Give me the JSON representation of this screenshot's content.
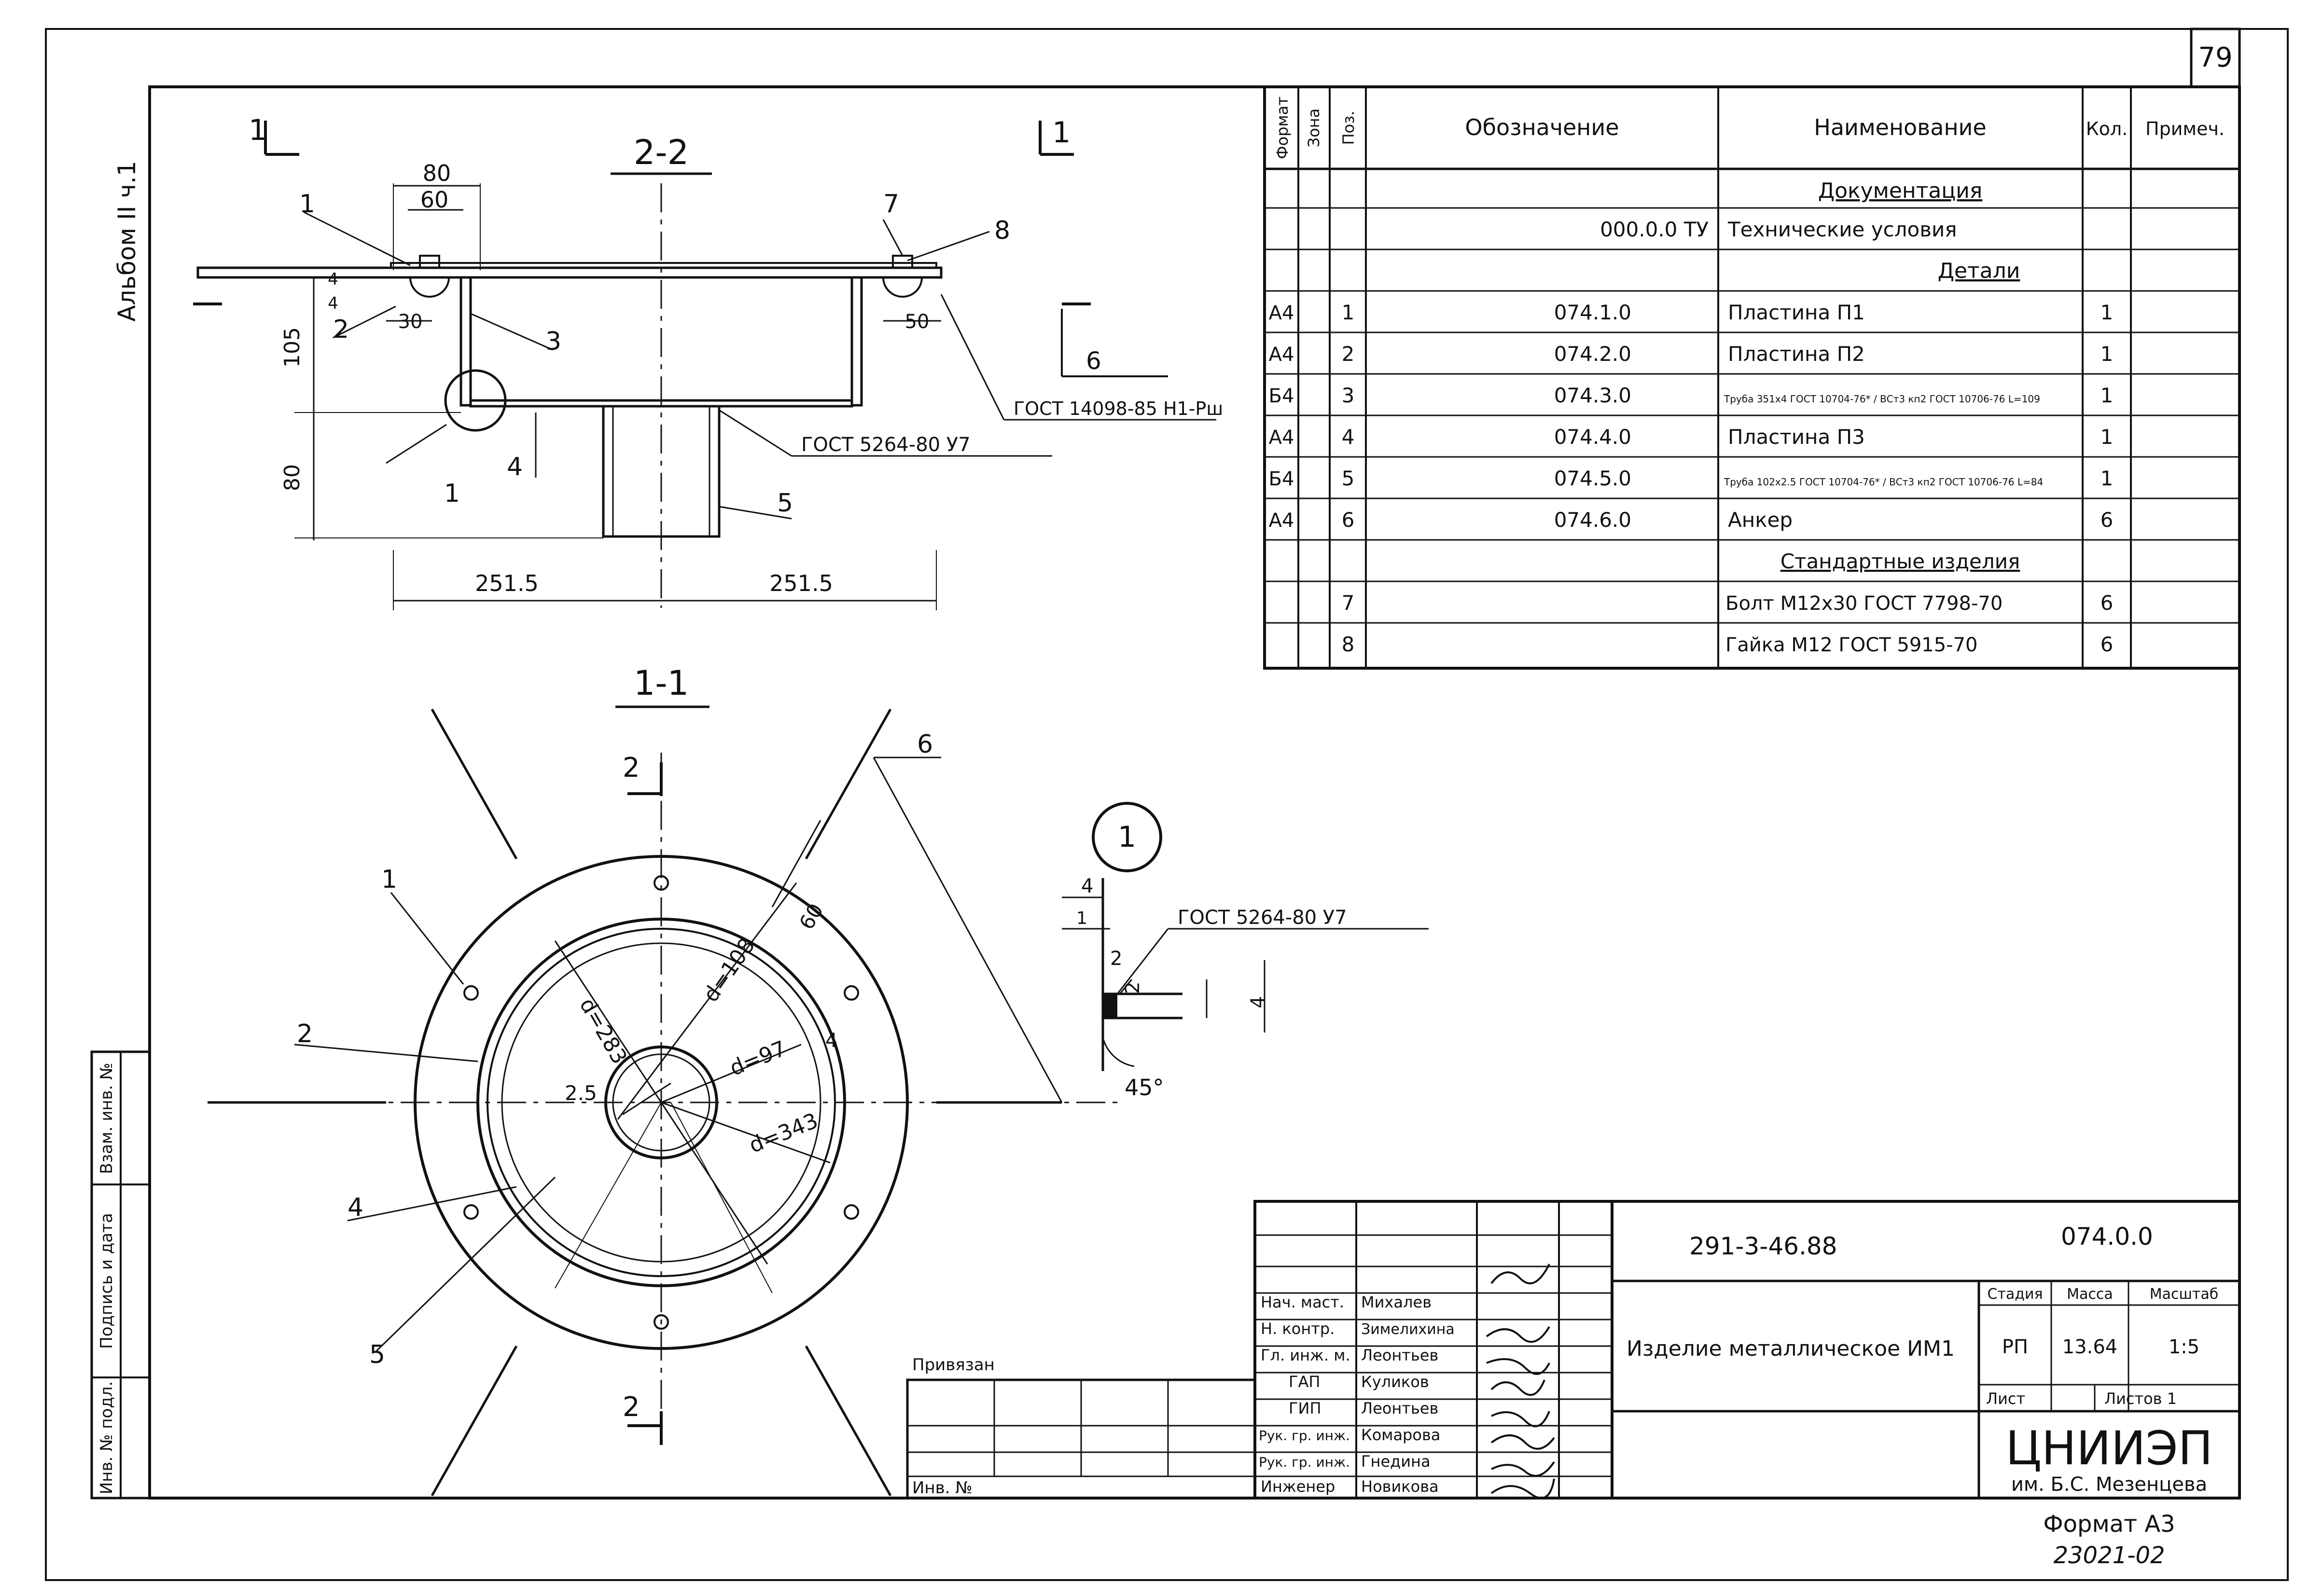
{
  "sheet": {
    "sheet_number": "79",
    "album_label": "Альбом II ч.1",
    "format_label": "Формат А3",
    "archive_number": "23021-02"
  },
  "left_strip": [
    "Инв. № подл.",
    "Подпись и дата",
    "Взам. инв. №"
  ],
  "views": {
    "section_2_2": "2-2",
    "section_1_1": "1-1",
    "cut_1": "1",
    "cut_2": "2",
    "detail_1": "1"
  },
  "dimensions": {
    "d80": "80",
    "d60": "60",
    "d30": "30",
    "d50": "50",
    "d4a": "4",
    "d4b": "4",
    "d105": "105",
    "d80v": "80",
    "d251a": "251.5",
    "d251b": "251.5",
    "dia283": "d=283",
    "dia108": "d=108",
    "dia97": "d=97",
    "dia343": "d=343",
    "r25": "2.5",
    "r4": "4",
    "r60": "60",
    "det4": "4",
    "det1": "1",
    "det2": "2",
    "det45": "45°"
  },
  "callouts": {
    "n1": "1",
    "n2": "2",
    "n3": "3",
    "n4": "4",
    "n5": "5",
    "n6": "6",
    "n7": "7",
    "n8": "8",
    "c1": "1",
    "c2": "2",
    "c4": "4",
    "c5": "5",
    "c6": "6",
    "gost_14098": "ГОСТ 14098-85 Н1-Рш",
    "gost_5264": "ГОСТ 5264-80 У7",
    "gost_5264_detail": "ГОСТ 5264-80 У7"
  },
  "spec": {
    "headers": [
      "Формат",
      "Зона",
      "Поз.",
      "Обозначение",
      "Наименование",
      "Кол.",
      "Примеч."
    ],
    "rows": [
      {
        "fmt": "",
        "pos": "",
        "des": "",
        "name": "Документация",
        "qty": "",
        "section": true
      },
      {
        "fmt": "",
        "pos": "",
        "des": "000.0.0 ТУ",
        "name": "Технические условия",
        "qty": ""
      },
      {
        "fmt": "",
        "pos": "",
        "des": "",
        "name": "Детали",
        "qty": "",
        "section": true
      },
      {
        "fmt": "А4",
        "pos": "1",
        "des": "074.1.0",
        "name": "Пластина П1",
        "qty": "1"
      },
      {
        "fmt": "А4",
        "pos": "2",
        "des": "074.2.0",
        "name": "Пластина П2",
        "qty": "1"
      },
      {
        "fmt": "Б4",
        "pos": "3",
        "des": "074.3.0",
        "name": "Труба 351x4 ГОСТ 10704-76* / ВСт3 кп2 ГОСТ 10706-76 L=109",
        "qty": "1"
      },
      {
        "fmt": "А4",
        "pos": "4",
        "des": "074.4.0",
        "name": "Пластина П3",
        "qty": "1"
      },
      {
        "fmt": "Б4",
        "pos": "5",
        "des": "074.5.0",
        "name": "Труба 102x2.5 ГОСТ 10704-76* / ВСт3 кп2 ГОСТ 10706-76 L=84",
        "qty": "1"
      },
      {
        "fmt": "А4",
        "pos": "6",
        "des": "074.6.0",
        "name": "Анкер",
        "qty": "6"
      },
      {
        "fmt": "",
        "pos": "",
        "des": "",
        "name": "Стандартные изделия",
        "qty": "",
        "section": true
      },
      {
        "fmt": "",
        "pos": "7",
        "des": "",
        "name": "Болт М12x30 ГОСТ 7798-70",
        "qty": "6"
      },
      {
        "fmt": "",
        "pos": "8",
        "des": "",
        "name": "Гайка М12 ГОСТ 5915-70",
        "qty": "6"
      }
    ]
  },
  "title_block": {
    "doc_code": "291-3-46.88",
    "item_code": "074.0.0",
    "title": "Изделие металлическое ИМ1",
    "stage_h": "Стадия",
    "mass_h": "Масса",
    "scale_h": "Масштаб",
    "stage": "РП",
    "mass": "13.64",
    "scale": "1:5",
    "sheet_h": "Лист",
    "sheets_h": "Листов 1",
    "org_name": "ЦНИИЭП",
    "org_sub": "им. Б.С. Мезенцева",
    "bound_label": "Привязан",
    "inv_label": "Инв. №",
    "staff": [
      {
        "role": "Нач. маст.",
        "name": "Михалев"
      },
      {
        "role": "Н. контр.",
        "name": "Зимелихина"
      },
      {
        "role": "Гл. инж. м.",
        "name": "Леонтьев"
      },
      {
        "role": "ГАП",
        "name": "Куликов"
      },
      {
        "role": "ГИП",
        "name": "Леонтьев"
      },
      {
        "role": "Рук. гр. инж.",
        "name": "Комарова"
      },
      {
        "role": "Рук. гр. инж.",
        "name": "Гнедина"
      },
      {
        "role": "Инженер",
        "name": "Новикова"
      }
    ]
  }
}
